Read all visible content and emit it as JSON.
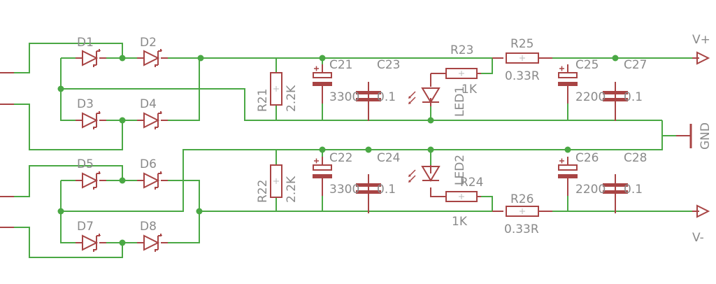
{
  "colors": {
    "wire": "#4aa844",
    "part": "#a84444",
    "label": "#8a8a8a",
    "background": "#ffffff"
  },
  "diodes": [
    "D1",
    "D2",
    "D3",
    "D4",
    "D5",
    "D6",
    "D7",
    "D8"
  ],
  "resistors": {
    "R21": {
      "name": "R21",
      "value": "2.2K"
    },
    "R22": {
      "name": "R22",
      "value": "2.2K"
    },
    "R23": {
      "name": "R23",
      "value": "1K"
    },
    "R24": {
      "name": "R24",
      "value": "1K"
    },
    "R25": {
      "name": "R25",
      "value": "0.33R"
    },
    "R26": {
      "name": "R26",
      "value": "0.33R"
    }
  },
  "capacitors": {
    "C21": {
      "name": "C21",
      "value": "3300",
      "polarized": true
    },
    "C22": {
      "name": "C22",
      "value": "3300",
      "polarized": true
    },
    "C23": {
      "name": "C23",
      "value": "0.1",
      "polarized": false
    },
    "C24": {
      "name": "C24",
      "value": "0.1",
      "polarized": false
    },
    "C25": {
      "name": "C25",
      "value": "2200",
      "polarized": true
    },
    "C26": {
      "name": "C26",
      "value": "2200",
      "polarized": true
    },
    "C27": {
      "name": "C27",
      "value": "0.1",
      "polarized": false
    },
    "C28": {
      "name": "C28",
      "value": "0.1",
      "polarized": false
    }
  },
  "leds": {
    "LED1": "LED1",
    "LED2": "LED2"
  },
  "supplies": {
    "vplus": "V+",
    "vminus": "V-",
    "gnd": "GND"
  }
}
